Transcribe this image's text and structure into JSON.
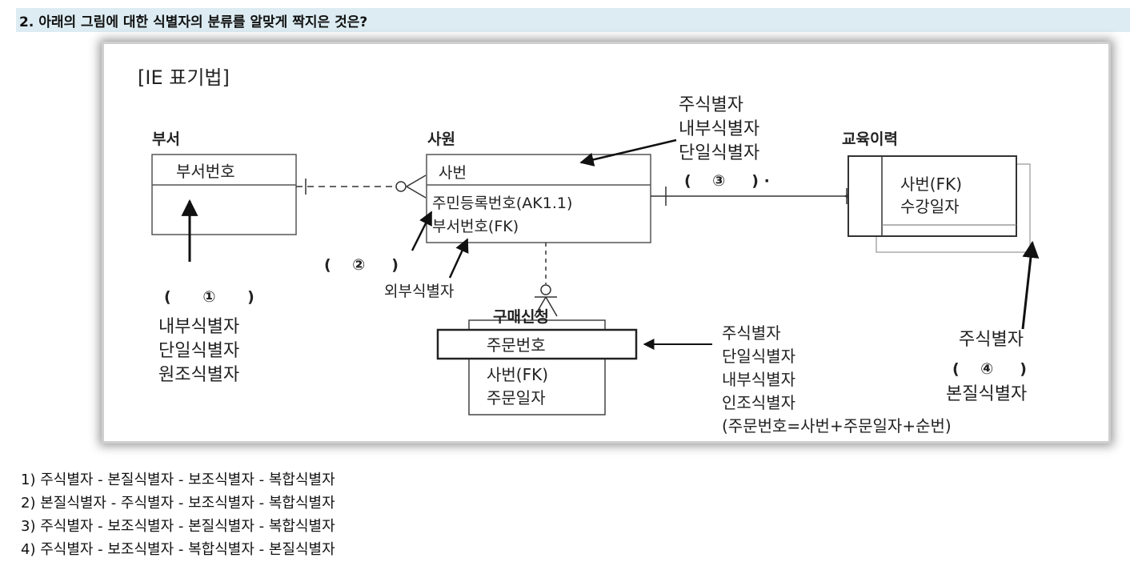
{
  "question": {
    "title": "2. 아래의 그림에 대한 식별자의 분류를 알맞게 짝지은 것은?"
  },
  "diagram": {
    "notation": "[IE 표기법]",
    "entities": {
      "dept": {
        "name": "부서",
        "key": "부서번호"
      },
      "emp": {
        "name": "사원",
        "key": "사번",
        "attrs": [
          "주민등록번호(AK1.1)",
          "부서번호(FK)"
        ]
      },
      "edu": {
        "name": "교육이력",
        "attrs": [
          "사번(FK)",
          "수강일자"
        ]
      },
      "order": {
        "name": "구매신청",
        "key": "주문번호",
        "attrs": [
          "사번(FK)",
          "주문일자"
        ]
      }
    },
    "blank1": {
      "label": "(      ①      )",
      "lines": [
        "내부식별자",
        "단일식별자",
        "원조식별자"
      ]
    },
    "blank2": {
      "label": "(    ②     )"
    },
    "blank3": {
      "lines": [
        "주식별자",
        "내부식별자",
        "단일식별자"
      ],
      "label": "(    ③     ) ·"
    },
    "foreign": "외부식별자",
    "order_note": [
      "주식별자",
      "단일식별자",
      "내부식별자",
      "인조식별자",
      "(주문번호=사번+주문일자+순번)"
    ],
    "blank4": {
      "top": "주식별자",
      "label": "(    ④     )",
      "bottom": "본질식별자"
    }
  },
  "options": [
    "1) 주식별자 - 본질식별자 - 보조식별자 - 복합식별자",
    "2) 본질식별자 - 주식별자 - 보조식별자 - 복합식별자",
    "3) 주식별자 - 보조식별자 - 본질식별자 - 복합식별자",
    "4) 주식별자 - 보조식별자 - 복합식별자 - 본질식별자"
  ]
}
